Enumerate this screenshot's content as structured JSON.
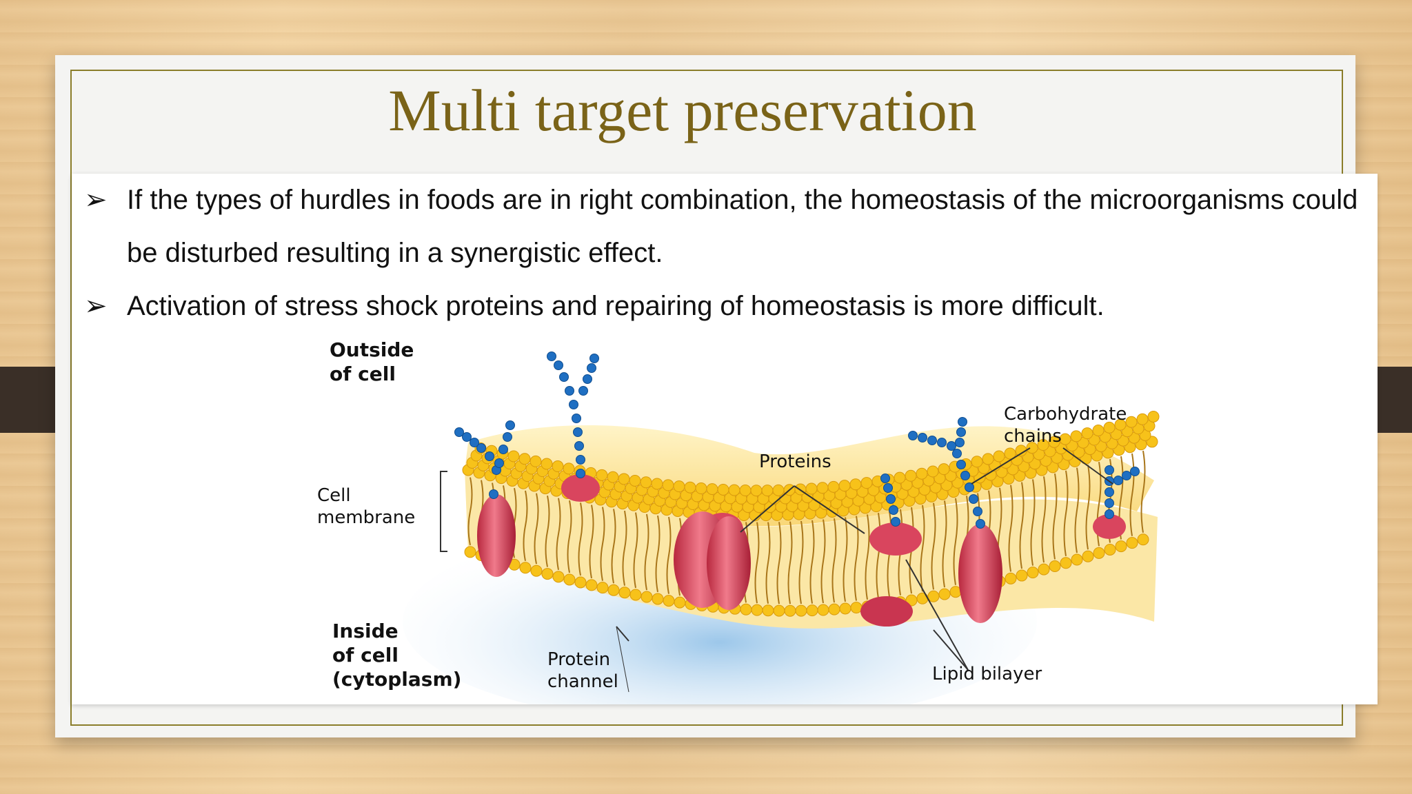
{
  "slide": {
    "title": "Multi target preservation",
    "bullets": [
      {
        "marker": "➢",
        "text": "If the types of hurdles in foods are in right combination, the homeostasis of the microorganisms could be disturbed resulting in a synergistic effect."
      },
      {
        "marker": "➢",
        "text": "Activation of stress shock proteins and repairing of homeostasis is more difficult."
      }
    ]
  },
  "diagram": {
    "labels": {
      "outside_1": "Outside",
      "outside_2": "of cell",
      "membrane_1": "Cell",
      "membrane_2": "membrane",
      "inside_1": "Inside",
      "inside_2": "of cell",
      "inside_3": "(cytoplasm)",
      "proteins": "Proteins",
      "carb_1": "Carbohydrate",
      "carb_2": "chains",
      "channel_1": "Protein",
      "channel_2": "channel",
      "lipid": "Lipid bilayer"
    },
    "colors": {
      "lipid_head": "#f7c21a",
      "protein": "#d9455e",
      "carbohydrate": "#1f6fc2",
      "cytoplasm": "#9cc7ea"
    }
  }
}
